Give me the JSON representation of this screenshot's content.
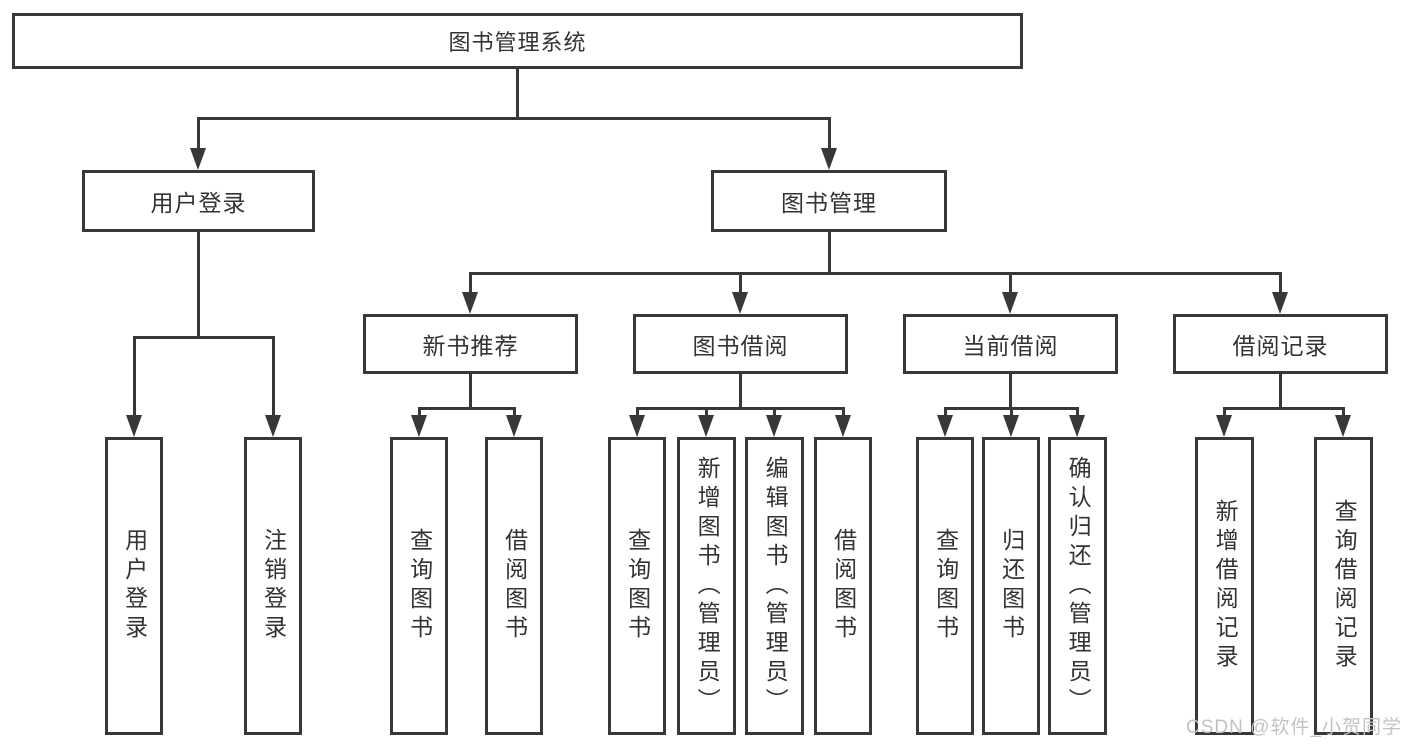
{
  "diagram": {
    "root": {
      "label": "图书管理系统"
    },
    "level2": [
      {
        "label": "用户登录"
      },
      {
        "label": "图书管理"
      }
    ],
    "level3": [
      {
        "label": "新书推荐"
      },
      {
        "label": "图书借阅"
      },
      {
        "label": "当前借阅"
      },
      {
        "label": "借阅记录"
      }
    ],
    "leaves": {
      "user_login": [
        {
          "label": "用户登录"
        },
        {
          "label": "注销登录"
        }
      ],
      "new_books": [
        {
          "label": "查询图书"
        },
        {
          "label": "借阅图书"
        }
      ],
      "book_borrow": [
        {
          "label": "查询图书"
        },
        {
          "label": "新增图书（管理员）"
        },
        {
          "label": "编辑图书（管理员）"
        },
        {
          "label": "借阅图书"
        }
      ],
      "current_borrow": [
        {
          "label": "查询图书"
        },
        {
          "label": "归还图书"
        },
        {
          "label": "确认归还（管理员）"
        }
      ],
      "borrow_records": [
        {
          "label": "新增借阅记录"
        },
        {
          "label": "查询借阅记录"
        }
      ]
    },
    "watermark": "CSDN @软件_小贺同学",
    "colors": {
      "line": "#383838",
      "text": "#333333",
      "watermark": "#c6c2c2",
      "background": "#ffffff"
    }
  }
}
